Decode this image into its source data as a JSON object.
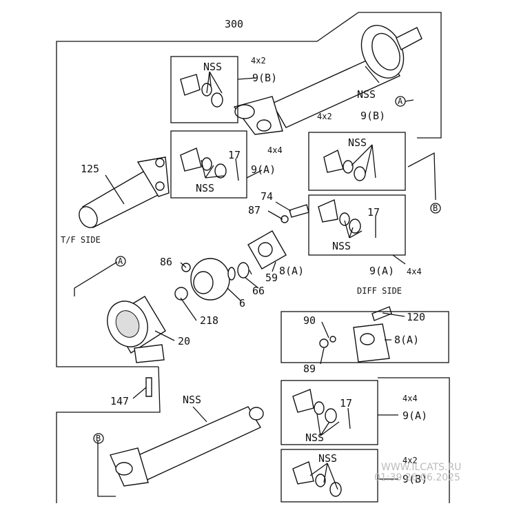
{
  "labels": {
    "assembly": "300",
    "nss": "NSS",
    "4x2": "4x2",
    "4x4": "4x4",
    "9b": "9(B)",
    "9a": "9(A)",
    "8a": "8(A)",
    "125": "125",
    "17": "17",
    "74": "74",
    "87": "87",
    "86": "86",
    "59": "59",
    "66": "66",
    "6": "6",
    "218": "218",
    "20": "20",
    "120": "120",
    "90": "90",
    "89": "89",
    "147": "147",
    "tf_side": "T/F SIDE",
    "diff_side": "DIFF SIDE",
    "ref_a": "A",
    "ref_b": "B"
  },
  "watermark": {
    "line1": "WWW.ILCATS.RU",
    "line2": "01:39 26.06.2025"
  }
}
